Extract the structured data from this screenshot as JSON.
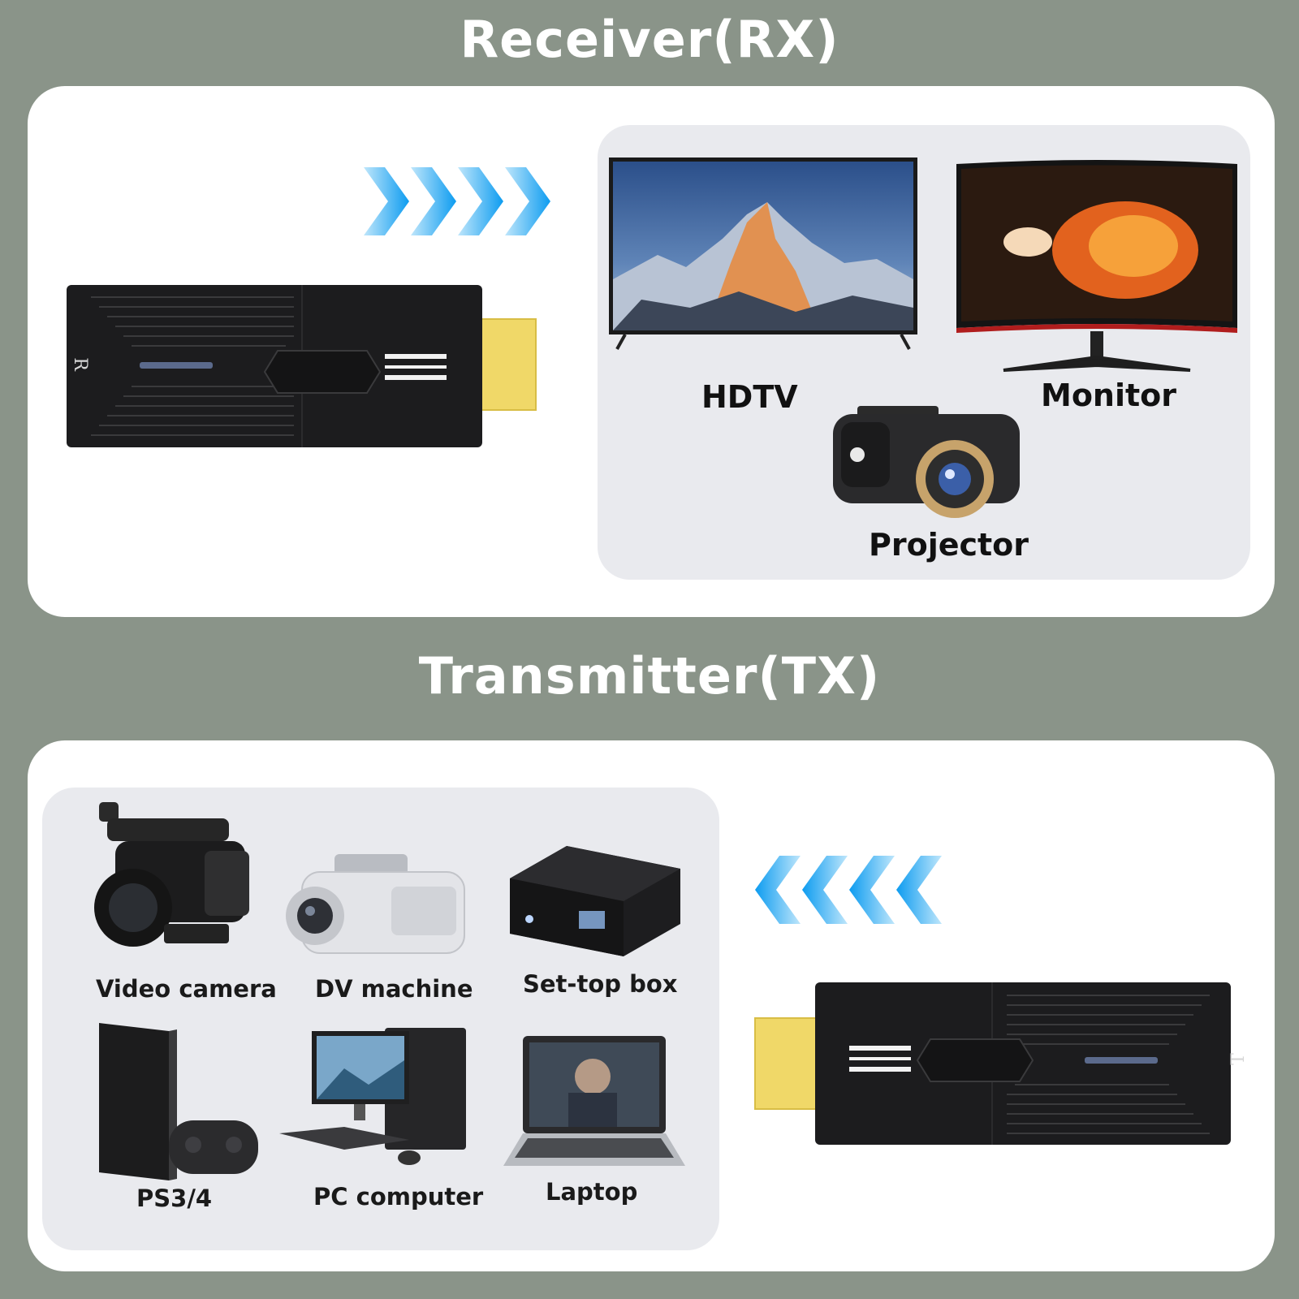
{
  "receiver": {
    "title": "Receiver(RX)",
    "device_letter": "R",
    "devices": [
      {
        "label": "HDTV",
        "icon": "hdtv-icon"
      },
      {
        "label": "Monitor",
        "icon": "monitor-icon"
      },
      {
        "label": "Projector",
        "icon": "projector-icon"
      }
    ]
  },
  "transmitter": {
    "title": "Transmitter(TX)",
    "device_letter": "T",
    "devices": [
      {
        "label": "Video camera",
        "icon": "video-camera-icon"
      },
      {
        "label": "DV machine",
        "icon": "dv-machine-icon"
      },
      {
        "label": "Set-top box",
        "icon": "set-top-box-icon"
      },
      {
        "label": "PS3/4",
        "icon": "game-console-icon"
      },
      {
        "label": "PC computer",
        "icon": "pc-computer-icon"
      },
      {
        "label": "Laptop",
        "icon": "laptop-icon"
      }
    ]
  },
  "colors": {
    "background": "#8a9489",
    "panel": "#ffffff",
    "inner_panel": "#e9eaee",
    "arrow_blue": "#1aa3f0",
    "dongle": "#1c1c1e",
    "hdmi_gold": "#f2dc72"
  }
}
